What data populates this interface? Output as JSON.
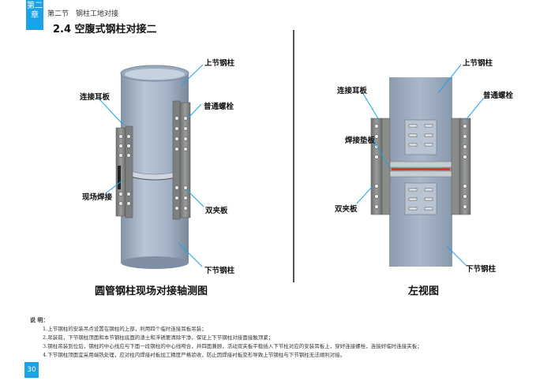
{
  "header": {
    "chapter_badge": "第二章",
    "section": "第二节　钢柱工地对接",
    "title": "2.4 空腹式钢柱对接二"
  },
  "left_figure": {
    "caption": "圆管钢柱现场对接轴测图",
    "labels": {
      "upper_column": "上节钢柱",
      "ear_plate": "连接耳板",
      "bolt": "普通螺栓",
      "field_weld": "现场焊接",
      "clamp_plate": "双夹板",
      "lower_column": "下节钢柱"
    }
  },
  "right_figure": {
    "caption": "左视图",
    "labels": {
      "upper_column": "上节钢柱",
      "ear_plate": "连接耳板",
      "bolt": "普通螺栓",
      "backing_plate": "焊接垫板",
      "clamp_plate": "双夹板",
      "lower_column": "下节钢柱"
    }
  },
  "notes": {
    "title": "说 明：",
    "items": [
      "1.上节钢柱的安装吊点设置在钢柱的上部，利用四个临时连接耳板吊装；",
      "2.吊装前，下节钢柱顶面和本节钢柱底面的渣土和浮锈要清除干净，保证上下节钢柱对接面接触顶紧；",
      "3.钢柱吊装到位后，钢柱的中心线应与下面一段钢柱的中心线吻合，并四面兼顾，活动双夹板平稳插入下节柱对应的安装耳板上，穿好连接螺栓，连接好临时连接夹板；",
      "4.下节钢柱顶面宜采用端铣处理，应对柱内焊接衬板加工精度严格验收，防止因焊接衬板变形导致上节钢柱与下节钢柱无法顺利对接。"
    ]
  },
  "page_number": "30",
  "colors": {
    "accent": "#1aa3e8",
    "steel": "#a7b6c8",
    "plate": "#8a8d8a",
    "weld": "#d63a2a"
  }
}
